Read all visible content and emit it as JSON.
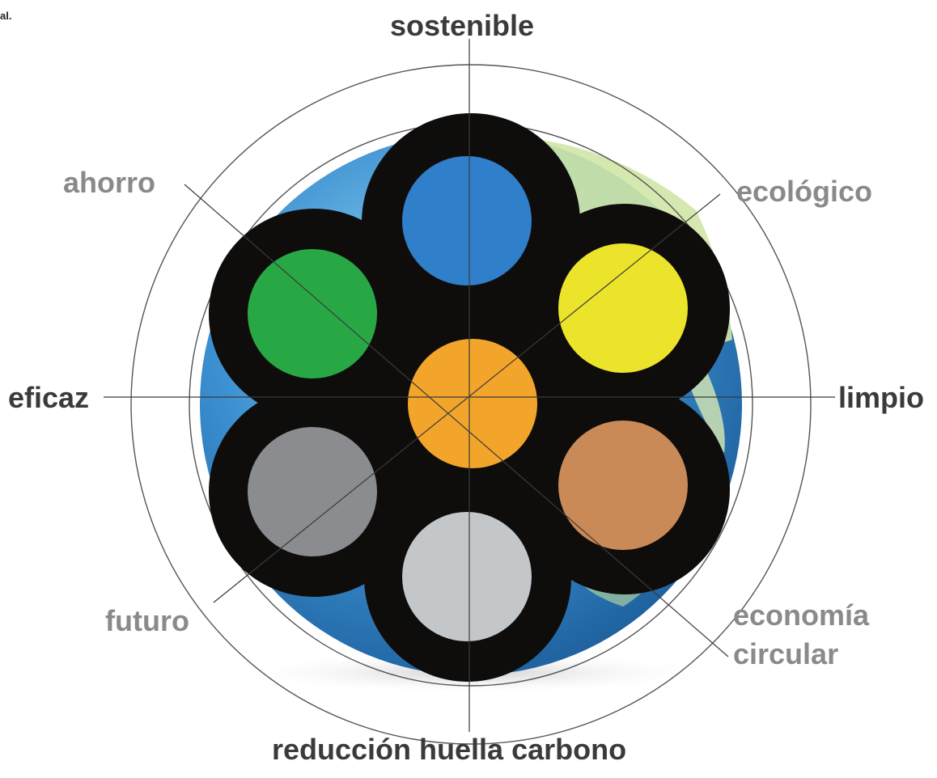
{
  "corner_text": "al.",
  "labels": {
    "top": "sostenible",
    "top_right": "ecológico",
    "right": "limpio",
    "bottom_right_line1": "economía",
    "bottom_right_line2": "circular",
    "bottom": "reducción huella carbono",
    "bottom_left": "futuro",
    "left": "eficaz",
    "top_left": "ahorro"
  },
  "colors": {
    "label_dark": "#3a3a3a",
    "label_grey": "#8a8a8a",
    "cable_black": "#0f0d0c",
    "conductor_top": "#2f7fca",
    "conductor_top_right": "#ebe42a",
    "conductor_bottom_right": "#c98a57",
    "conductor_bottom": "#c3c7ca",
    "conductor_bottom_left": "#8a8c8f",
    "conductor_top_left": "#28a845",
    "conductor_center": "#f2a52a",
    "globe_ocean": "#3b8fd0",
    "globe_land": "#cfe5a6",
    "ring_line": "#555555"
  }
}
